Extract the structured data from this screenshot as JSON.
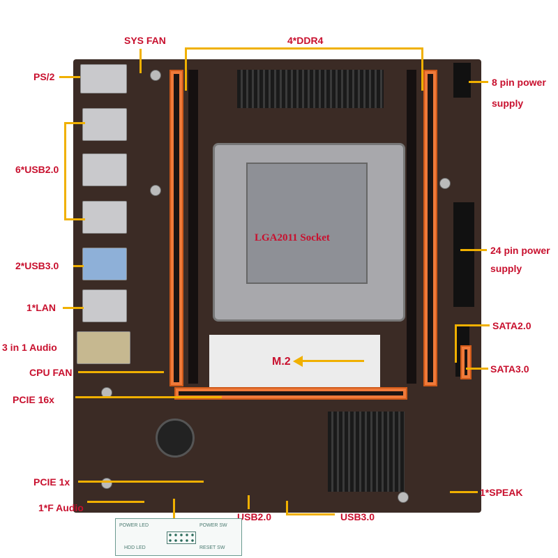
{
  "labels": {
    "sys_fan": "SYS FAN",
    "ddr4": "4*DDR4",
    "ps2": "PS/2",
    "usb2_rear": "6*USB2.0",
    "usb3_rear": "2*USB3.0",
    "lan": "1*LAN",
    "audio": "3 in 1 Audio",
    "cpu_fan": "CPU FAN",
    "pcie16": "PCIE 16x",
    "pcie1": "PCIE 1x",
    "f_audio": "1*F Audio",
    "usb2_header": "USB2.0",
    "usb3_header": "USB3.0",
    "speak": "1*SPEAK",
    "sata2": "SATA2.0",
    "sata3": "SATA3.0",
    "pin24_line1": "24 pin power",
    "pin24_line2": "supply",
    "pin8_line1": "8 pin power",
    "pin8_line2": "supply",
    "socket": "LGA2011 Socket",
    "m2": "M.2"
  },
  "front_panel": {
    "power_led": "POWER LED",
    "power_sw": "POWER SW",
    "hdd_led": "HDD  LED",
    "reset_sw": "RESET SW"
  },
  "colors": {
    "label": "#c8102e",
    "leader": "#f0b000",
    "slot": "#f07a3a",
    "board": "#3b2b25"
  }
}
